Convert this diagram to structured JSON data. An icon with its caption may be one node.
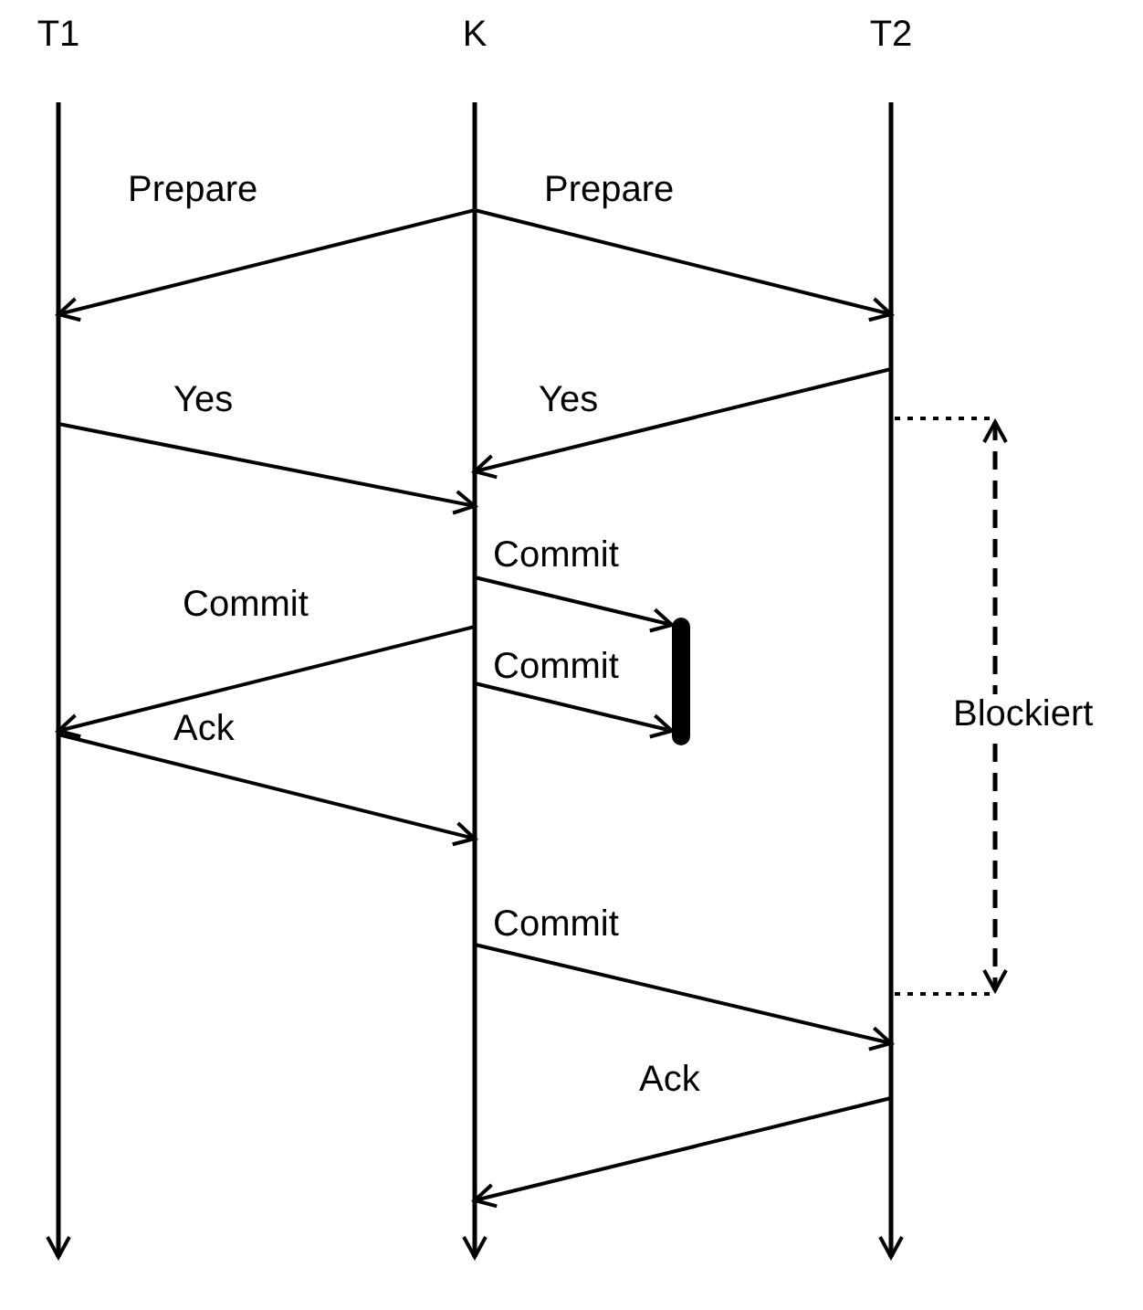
{
  "diagram": {
    "nodes": [
      {
        "text": [
          "T1"
        ]
      },
      {
        "text": [
          "K"
        ]
      },
      {
        "text": [
          "T2"
        ]
      },
      {
        "text": [],
        "shape": "bar"
      }
    ],
    "edges": [
      {
        "from": 1,
        "to": 0,
        "arrow": "to",
        "label": "Prepare"
      },
      {
        "from": 1,
        "to": 2,
        "arrow": "to",
        "label": "Prepare"
      },
      {
        "from": 0,
        "to": 1,
        "arrow": "to",
        "label": "Yes"
      },
      {
        "from": 2,
        "to": 1,
        "arrow": "to",
        "label": "Yes"
      },
      {
        "from": 1,
        "to": 3,
        "arrow": "to",
        "label": "Commit"
      },
      {
        "from": 1,
        "to": 0,
        "arrow": "to",
        "label": "Commit"
      },
      {
        "from": 1,
        "to": 3,
        "arrow": "to",
        "label": "Commit"
      },
      {
        "from": 0,
        "to": 1,
        "arrow": "to",
        "label": "Ack"
      },
      {
        "from": 1,
        "to": 2,
        "arrow": "to",
        "label": "Commit"
      },
      {
        "from": 2,
        "to": 1,
        "arrow": "to",
        "label": "Ack"
      }
    ],
    "labels": [
      "Blockiert"
    ]
  }
}
